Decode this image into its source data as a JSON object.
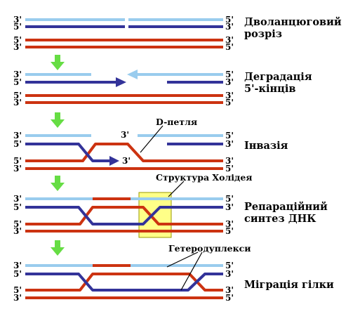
{
  "ends": {
    "three_prime": "3'",
    "five_prime": "5'"
  },
  "steps": [
    {
      "label_lines": [
        "Дволанцюговий",
        "розріз"
      ]
    },
    {
      "label_lines": [
        "Деградація",
        "5'-кінців"
      ]
    },
    {
      "label_lines": [
        "Інвазія"
      ]
    },
    {
      "label_lines": [
        "Репараційний",
        "синтез ДНК"
      ]
    },
    {
      "label_lines": [
        "Міграція гілки"
      ]
    }
  ],
  "annotations": {
    "d_loop": "D-петля",
    "invading_end": "3'",
    "holliday": "Структура Холідея",
    "heteroduplexes": "Гетеродуплекси"
  },
  "colors": {
    "light_blue": "#99CCEE",
    "dark_blue": "#333399",
    "red": "#CC3311",
    "green_arrow": "#66DD44",
    "holliday_box": "#FFFF88",
    "holliday_box_border": "#999900"
  }
}
